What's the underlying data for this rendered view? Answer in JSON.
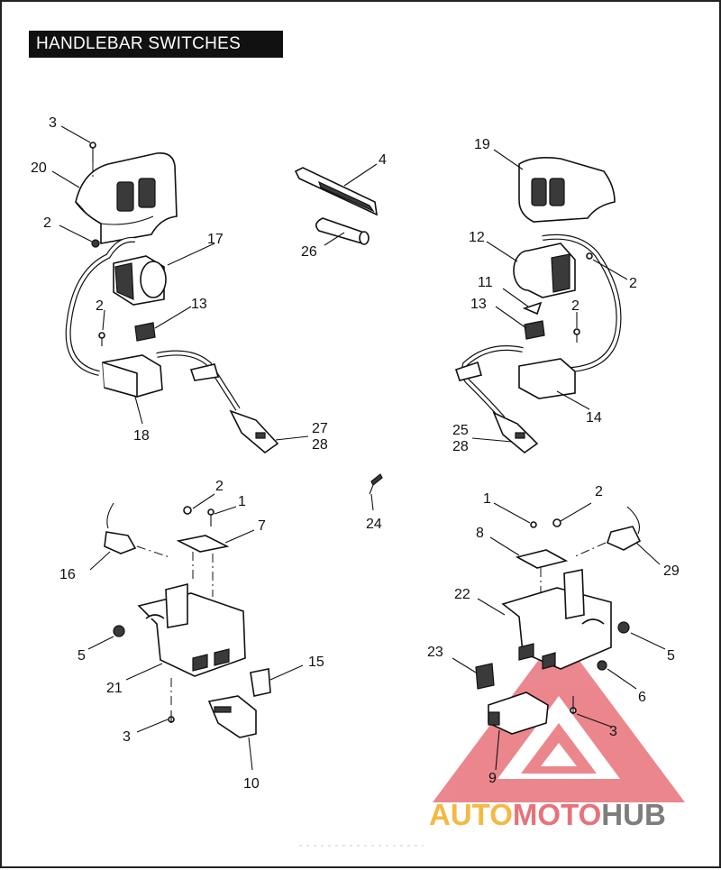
{
  "title": "HANDLEBAR SWITCHES",
  "callouts": {
    "c1a": "1",
    "c1b": "1",
    "c2a": "2",
    "c2b": "2",
    "c2c": "2",
    "c2d": "2",
    "c2e": "2",
    "c2f": "2",
    "c3a": "3",
    "c3b": "3",
    "c3c": "3",
    "c4": "4",
    "c5a": "5",
    "c5b": "5",
    "c6": "6",
    "c7": "7",
    "c8": "8",
    "c9": "9",
    "c10": "10",
    "c11": "11",
    "c12": "12",
    "c13a": "13",
    "c13b": "13",
    "c14": "14",
    "c15": "15",
    "c16": "16",
    "c17": "17",
    "c18": "18",
    "c19": "19",
    "c20": "20",
    "c21": "21",
    "c22": "22",
    "c23": "23",
    "c24": "24",
    "c25": "25",
    "c26": "26",
    "c27": "27",
    "c28a": "28",
    "c28b": "28",
    "c29": "29"
  },
  "watermark": {
    "auto": "AUTO",
    "moto": "MOTO",
    "hub": "HUB"
  },
  "colors": {
    "watermark_red": "#e8727a",
    "watermark_yellow": "#f4b942",
    "watermark_gray": "#7d7d7d"
  }
}
